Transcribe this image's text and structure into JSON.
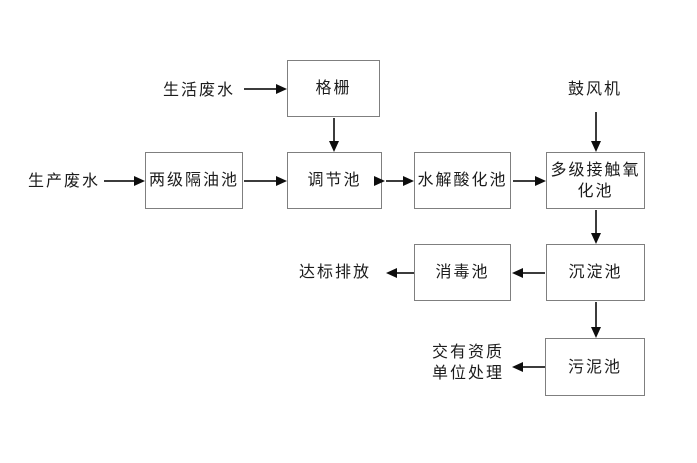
{
  "diagram": {
    "description": "Wastewater treatment process flow diagram",
    "nodes": {
      "grille": "格栅",
      "oil_separation": "两级隔油池",
      "regulating": "调节池",
      "hydrolysis": "水解酸化池",
      "oxidation": "多级接触氧化池",
      "sedimentation": "沉淀池",
      "disinfection": "消毒池",
      "sludge": "污泥池"
    },
    "labels": {
      "domestic_wastewater": "生活废水",
      "production_wastewater": "生产废水",
      "blower": "鼓风机",
      "discharge": "达标排放",
      "qualified_unit": "交有资质单位处理"
    },
    "edges": [
      {
        "from": "生活废水",
        "to": "格栅"
      },
      {
        "from": "格栅",
        "to": "调节池"
      },
      {
        "from": "生产废水",
        "to": "两级隔油池"
      },
      {
        "from": "两级隔油池",
        "to": "调节池"
      },
      {
        "from": "调节池",
        "to": "水解酸化池"
      },
      {
        "from": "水解酸化池",
        "to": "多级接触氧化池"
      },
      {
        "from": "鼓风机",
        "to": "多级接触氧化池"
      },
      {
        "from": "多级接触氧化池",
        "to": "沉淀池"
      },
      {
        "from": "沉淀池",
        "to": "消毒池"
      },
      {
        "from": "消毒池",
        "to": "达标排放"
      },
      {
        "from": "沉淀池",
        "to": "污泥池"
      },
      {
        "from": "污泥池",
        "to": "交有资质单位处理"
      }
    ],
    "colors": {
      "background": "#ffffff",
      "box_border": "#7f7f7f",
      "text": "#1c1c1c",
      "arrow": "#0d0d0d"
    }
  }
}
